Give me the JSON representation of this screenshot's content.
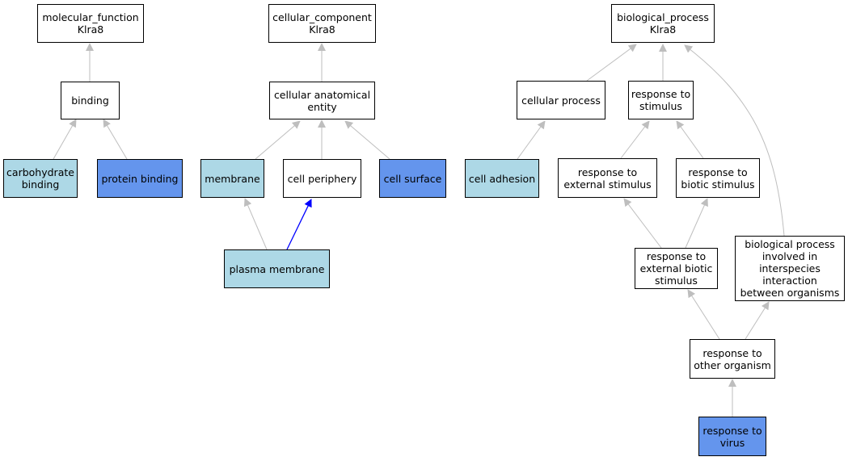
{
  "nodes": {
    "mf_root": "molecular_function\nKlra8",
    "cc_root": "cellular_component\nKlra8",
    "bp_root": "biological_process\nKlra8",
    "binding": "binding",
    "cae": "cellular anatomical\nentity",
    "cellular_process": "cellular process",
    "response_to_stimulus": "response to\nstimulus",
    "carbohydrate_binding": "carbohydrate\nbinding",
    "protein_binding": "protein binding",
    "membrane": "membrane",
    "cell_periphery": "cell periphery",
    "cell_surface": "cell surface",
    "cell_adhesion": "cell adhesion",
    "resp_external": "response to\nexternal stimulus",
    "resp_biotic": "response to\nbiotic stimulus",
    "plasma_membrane": "plasma membrane",
    "resp_ext_biotic": "response to\nexternal biotic\nstimulus",
    "bp_interspecies": "biological process\ninvolved in\ninterspecies\ninteraction\nbetween organisms",
    "resp_other_org": "response to\nother organism",
    "resp_virus": "response to\nvirus"
  },
  "colors": {
    "annotated_direct": "#6495ed",
    "annotated_inferred": "#add8e6",
    "unannotated": "#ffffff",
    "edge_default": "#bebebe",
    "edge_highlight": "#0000ff"
  }
}
